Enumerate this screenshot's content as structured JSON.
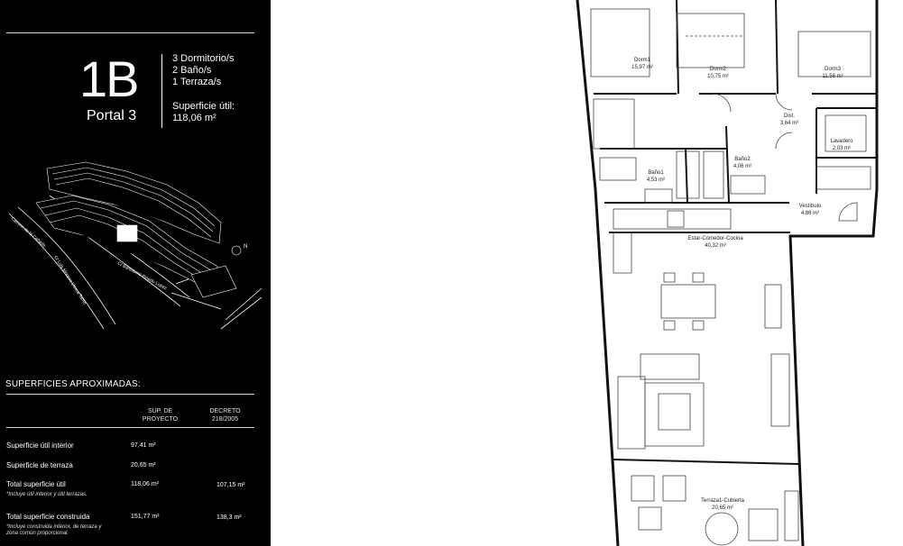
{
  "unit": {
    "code": "1B",
    "portal": "Portal 3",
    "rooms": [
      "3 Dormitorio/s",
      "2 Baño/s",
      "1 Terraza/s"
    ],
    "surface_label": "Superficie útil:",
    "surface_value": "118,06 m²"
  },
  "map": {
    "road1": "Camino de la Cañada",
    "road2": "C/ Luis Moreno Utrera Tamo",
    "road3": "C/ Bartolomé Pinedo Lopez",
    "north": "N"
  },
  "surfaces": {
    "title": "SUPERFICIES APROXIMADAS:",
    "col1": "SUP. DE PROYECTO",
    "col2": "DECRETO 218/2005",
    "rows": [
      {
        "label": "Superficie útil interior",
        "note": "",
        "v1": "97,41  m²",
        "v2": ""
      },
      {
        "label": "Superficie de terraza",
        "note": "",
        "v1": "20,65 m²",
        "v2": ""
      },
      {
        "label": "Total superficie útil",
        "note": "*Incluye útil interior y útil terrazas.",
        "v1": "118,06 m²",
        "v2": "107,15 m²"
      },
      {
        "label": "Total superficie construida",
        "note": "*Incluye construida interior, de terraza y zona común proporcional.",
        "v1": "151,77 m²",
        "v2": "138,3 m²"
      }
    ]
  },
  "floorplan": {
    "rooms": [
      {
        "name": "Dorm1",
        "area": "15,97 m²"
      },
      {
        "name": "Dorm2",
        "area": "10,75 m²"
      },
      {
        "name": "Dorm3",
        "area": "11,56 m²"
      },
      {
        "name": "Dist.",
        "area": "3,64 m²"
      },
      {
        "name": "Lavadero",
        "area": "2,03 m²"
      },
      {
        "name": "Baño1",
        "area": "4,53 m²"
      },
      {
        "name": "Baño2",
        "area": "4,06 m²"
      },
      {
        "name": "Vestíbulo",
        "area": "4,86 m²"
      },
      {
        "name": "Estar-Comedor-Cocina",
        "area": "40,32 m²"
      },
      {
        "name": "Terraza1-Cubierta",
        "area": "20,65 m²"
      }
    ]
  }
}
